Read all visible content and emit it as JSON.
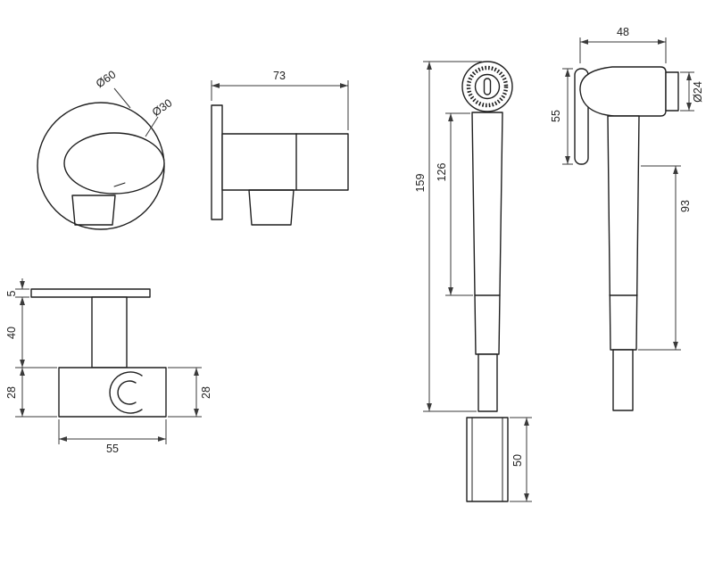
{
  "canvas": {
    "background": "#ffffff",
    "line_color": "#1f1f1f",
    "dimension_color": "#3a3a3a"
  },
  "dimensions": {
    "outlet_front": {
      "outer_dia": "Ø60",
      "inner_dia": "Ø30"
    },
    "outlet_side": {
      "width": "73"
    },
    "sprayer_front": {
      "total_height": "159",
      "body_height": "126"
    },
    "sprayer_side": {
      "head_depth": "48",
      "nozzle_dia": "Ø24",
      "head_height": "55",
      "handle_height": "93"
    },
    "bracket": {
      "plate_thickness": "5",
      "stem_height": "40",
      "height_left": "28",
      "width": "55",
      "height_right": "28"
    },
    "sleeve": {
      "length": "50"
    }
  }
}
